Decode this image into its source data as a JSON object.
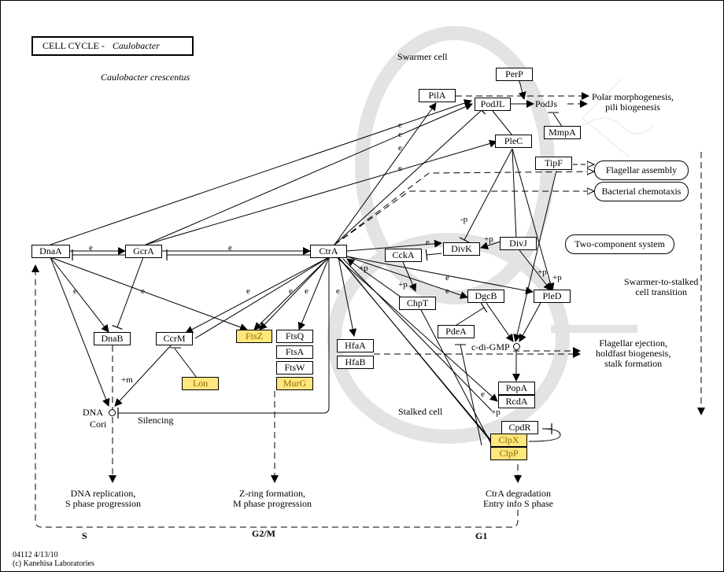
{
  "title": {
    "main": "CELL CYCLE -",
    "organism_genus": "Caulobacter",
    "organism_full": "Caulobacter crescentus"
  },
  "regions": {
    "swarmer_cell": "Swarmer cell",
    "stalked_cell": "Stalked cell"
  },
  "genes": {
    "DnaA": "DnaA",
    "GcrA": "GcrA",
    "CtrA": "CtrA",
    "DnaB": "DnaB",
    "CcrM": "CcrM",
    "Lon": "Lon",
    "FtsZ": "FtsZ",
    "FtsQ": "FtsQ",
    "FtsA": "FtsA",
    "FtsW": "FtsW",
    "MurG": "MurG",
    "HfaA": "HfaA",
    "HfaB": "HfaB",
    "PilA": "PilA",
    "PerP": "PerP",
    "PodJL": "PodJL",
    "PodJs": "PodJs",
    "MmpA": "MmpA",
    "PleC": "PleC",
    "TipF": "TipF",
    "CckA": "CckA",
    "DivK": "DivK",
    "DivJ": "DivJ",
    "ChpT": "ChpT",
    "DgcB": "DgcB",
    "PleD": "PleD",
    "PdeA": "PdeA",
    "PopA": "PopA",
    "RcdA": "RcdA",
    "CpdR": "CpdR",
    "ClpX": "ClpX",
    "ClpP": "ClpP"
  },
  "highlighted_genes": [
    "FtsZ",
    "Lon",
    "MurG",
    "ClpX",
    "ClpP"
  ],
  "highlight_color": "#ffe67d",
  "compounds": {
    "dna_cori": "DNA\nCori",
    "dna_label": "DNA",
    "cori_label": "Cori",
    "c_di_gmp": "c-di-GMP"
  },
  "pathways": {
    "flagellar_assembly": "Flagellar assembly",
    "bacterial_chemotaxis": "Bacterial chemotaxis",
    "two_component_system": "Two-component system"
  },
  "outcomes": {
    "polar_morphogenesis_1": "Polar morphogenesis,",
    "polar_morphogenesis_2": "pili biogenesis",
    "swarmer_transition_1": "Swarmer-to-stalked",
    "swarmer_transition_2": "cell transition",
    "flagellar_ejection_1": "Flagellar ejection,",
    "flagellar_ejection_2": "holdfast biogenesis,",
    "flagellar_ejection_3": "stalk formation",
    "dna_replication_1": "DNA replication,",
    "dna_replication_2": "S phase progression",
    "zring_1": "Z-ring formation,",
    "zring_2": "M phase progression",
    "ctra_degradation_1": "CtrA degradation",
    "ctra_degradation_2": "Entry info S phase",
    "silencing": "Silencing"
  },
  "phases": {
    "s": "S",
    "g2m": "G2/M",
    "g1": "G1"
  },
  "edge_labels": {
    "e": "e",
    "plus_p": "+p",
    "minus_p": "-p",
    "plus_m": "+m"
  },
  "footer": {
    "map_id_date": "04112 4/13/10",
    "copyright": "(c) Kanehisa Laboratories"
  }
}
